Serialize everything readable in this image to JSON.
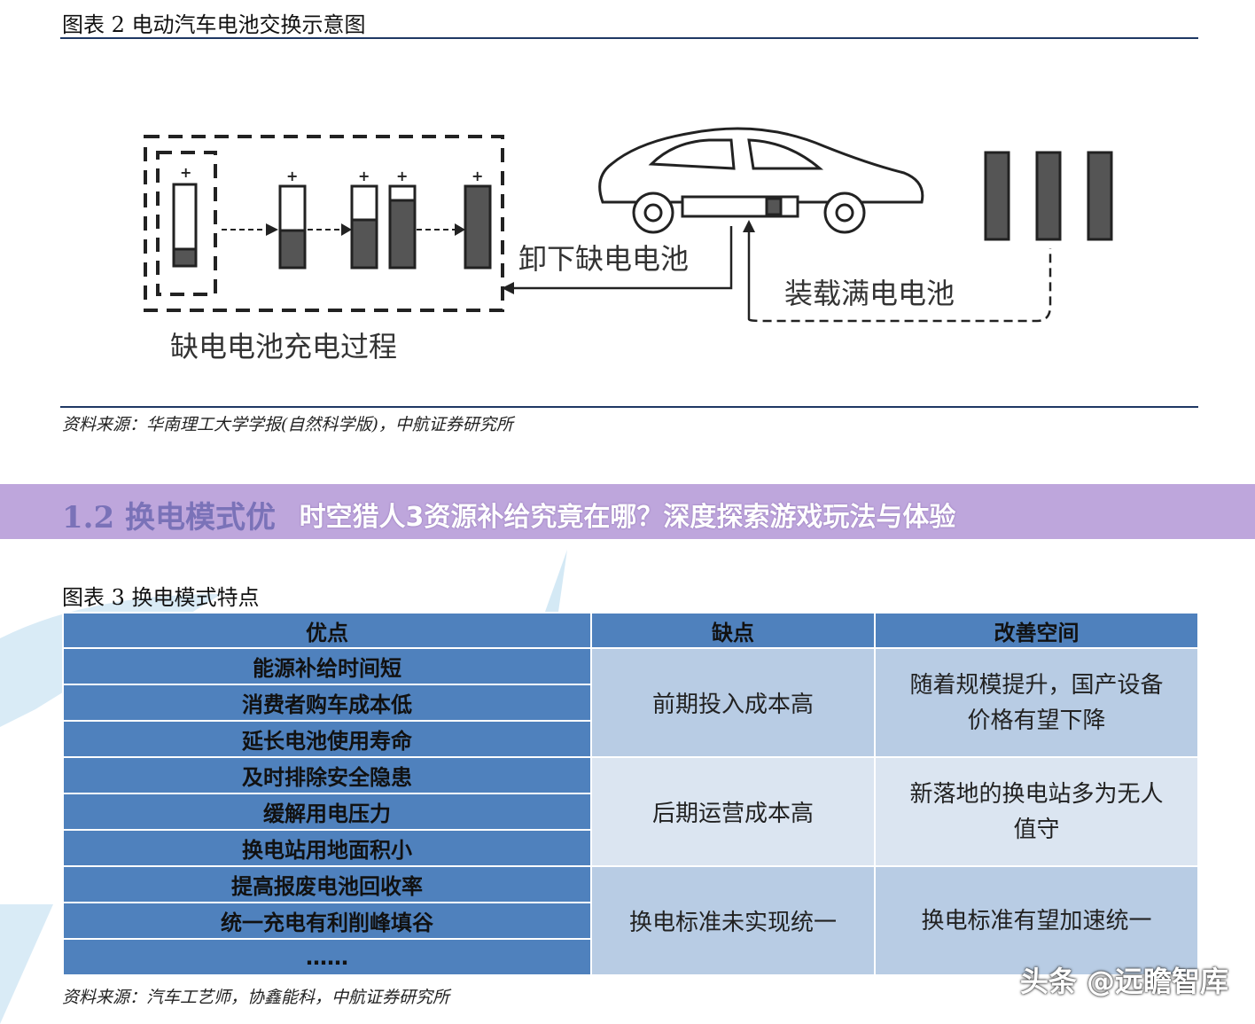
{
  "figure2": {
    "title": "图表 2 电动汽车电池交换示意图",
    "labels": {
      "unload": "卸下缺电电池",
      "load": "装载满电电池",
      "charging": "缺电电池充电过程"
    },
    "source": "资料来源：华南理工大学学报(自然科学版)，中航证券研究所"
  },
  "section_heading": "1.2 换电模式优",
  "banner_title": "时空猎人3资源补给究竟在哪？深度探索游戏玩法与体验",
  "figure3": {
    "title": "图表 3 换电模式特点",
    "headers": [
      "优点",
      "缺点",
      "改善空间"
    ],
    "pros": [
      "能源补给时间短",
      "消费者购车成本低",
      "延长电池使用寿命",
      "及时排除安全隐患",
      "缓解用电压力",
      "换电站用地面积小",
      "提高报废电池回收率",
      "统一充电有利削峰填谷",
      "……"
    ],
    "cons": [
      "前期投入成本高",
      "后期运营成本高",
      "换电标准未实现统一"
    ],
    "improvements": [
      [
        "随着规模提升，国产设备",
        "价格有望下降"
      ],
      [
        "新落地的换电站多为无人",
        "值守"
      ],
      [
        "换电标准有望加速统一"
      ]
    ],
    "source": "资料来源：汽车工艺师，协鑫能科，中航证券研究所"
  },
  "credit": "头条 @远瞻智库",
  "colors": {
    "header_blue": "#4f81bd",
    "light_blue": "#b8cce4",
    "pale_blue": "#dbe5f1",
    "banner": "#bea6dc"
  }
}
